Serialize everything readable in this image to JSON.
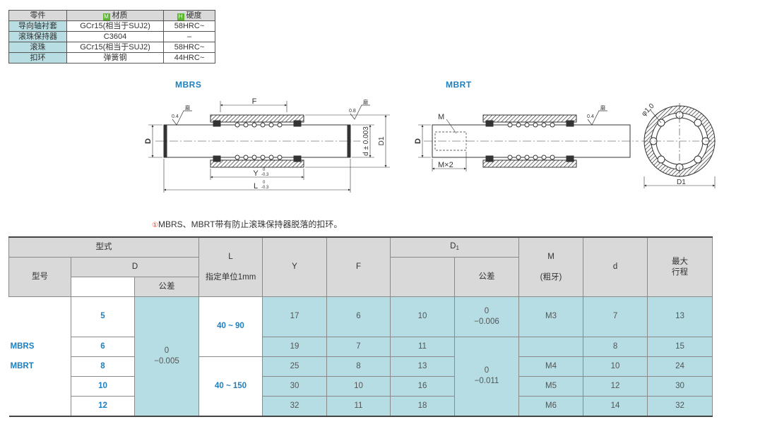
{
  "materials": {
    "headers": {
      "part": "零件",
      "material_tag": "M",
      "material": "材质",
      "hardness_tag": "H",
      "hardness": "硬度"
    },
    "rows": [
      {
        "part": "导向轴衬套",
        "material": "GCr15(相当于SUJ2)",
        "hardness": "58HRC~"
      },
      {
        "part": "滚珠保持器",
        "material": "C3604",
        "hardness": "–"
      },
      {
        "part": "滚珠",
        "material": "GCr15(相当于SUJ2)",
        "hardness": "58HRC~"
      },
      {
        "part": "扣环",
        "material": "弹簧钢",
        "hardness": "44HRC~"
      }
    ]
  },
  "drawing": {
    "mbrs_title": "MBRS",
    "mbrt_title": "MBRT",
    "labels": {
      "F": "F",
      "D": "D",
      "D1": "D1",
      "d_tol": "d ± 0.003",
      "Y": "Y",
      "L": "L",
      "tol_upper": "0",
      "tol_lower": "-0.3",
      "rough_04": "0.4",
      "rough_08": "0.8",
      "rough_word": "磨",
      "M": "M",
      "MX2": "M×2",
      "phi": "φ1.0"
    }
  },
  "note": {
    "mark": "①",
    "text": "MBRS、MBRT带有防止滚珠保持器脱落的扣环。"
  },
  "spec_table": {
    "headers": {
      "type": "型式",
      "model": "型号",
      "D": "D",
      "tolerance": "公差",
      "L": "L",
      "L_sub": "指定单位1mm",
      "Y": "Y",
      "F": "F",
      "D1": "D",
      "D1_sub": "1",
      "M": "M",
      "M_sub": "(粗牙)",
      "d": "d",
      "max_stroke": "最大\n行程"
    },
    "series": [
      "MBRS",
      "MBRT"
    ],
    "D_tolerance": "0\n−0.005",
    "L_ranges": [
      "40 ~ 90",
      "40 ~ 150"
    ],
    "D1_tolerances": [
      "0\n−0.006",
      "0\n−0.011"
    ],
    "rows": [
      {
        "D": "5",
        "Y": "17",
        "F": "6",
        "D1": "10",
        "M": "M3",
        "d": "7",
        "stroke": "13"
      },
      {
        "D": "6",
        "Y": "19",
        "F": "7",
        "D1": "11",
        "M": "",
        "d": "8",
        "stroke": "15"
      },
      {
        "D": "8",
        "Y": "25",
        "F": "8",
        "D1": "13",
        "M": "M4",
        "d": "10",
        "stroke": "24"
      },
      {
        "D": "10",
        "Y": "30",
        "F": "10",
        "D1": "16",
        "M": "M5",
        "d": "12",
        "stroke": "30"
      },
      {
        "D": "12",
        "Y": "32",
        "F": "11",
        "D1": "18",
        "M": "M6",
        "d": "14",
        "stroke": "32"
      }
    ]
  }
}
